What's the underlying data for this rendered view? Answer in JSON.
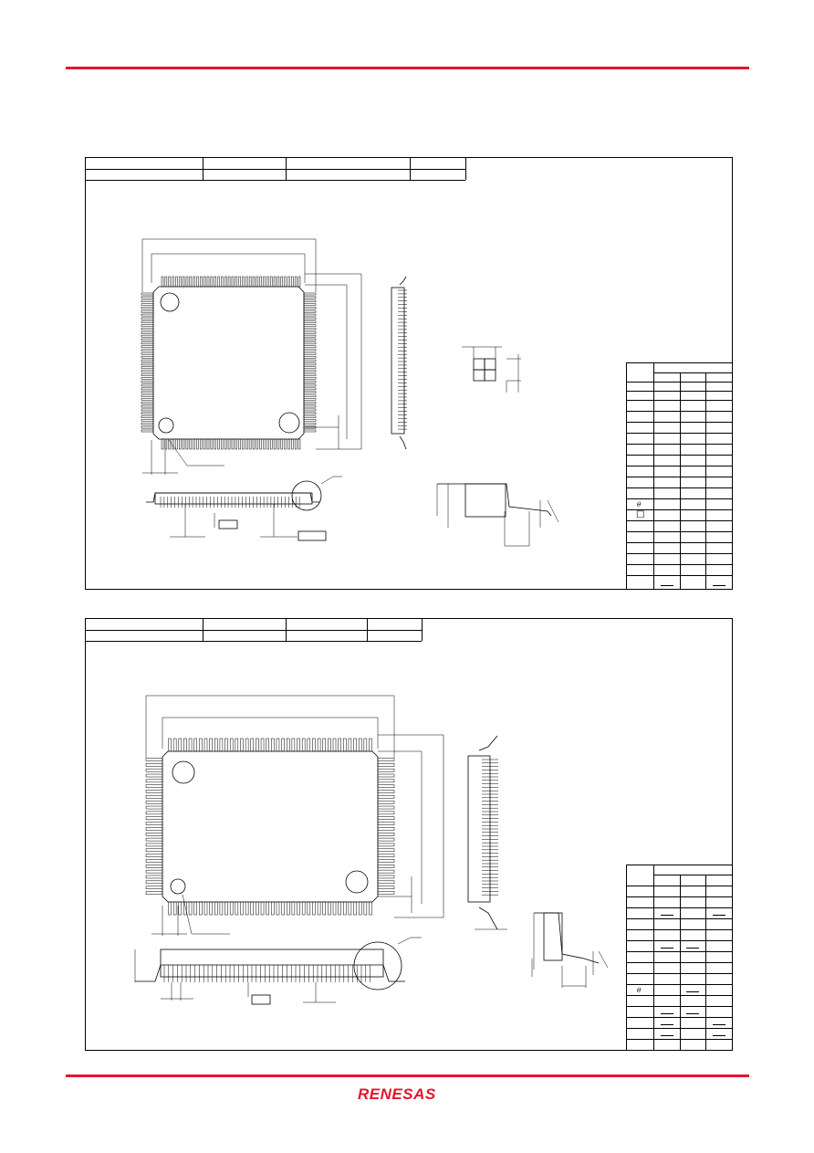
{
  "brand": {
    "logo_text": "RENESAS",
    "accent_color": "#e3162e"
  },
  "drawing_1": {
    "table_symbols": [
      "θ",
      "□"
    ]
  },
  "drawing_2": {
    "table_symbols": [
      "θ"
    ]
  }
}
